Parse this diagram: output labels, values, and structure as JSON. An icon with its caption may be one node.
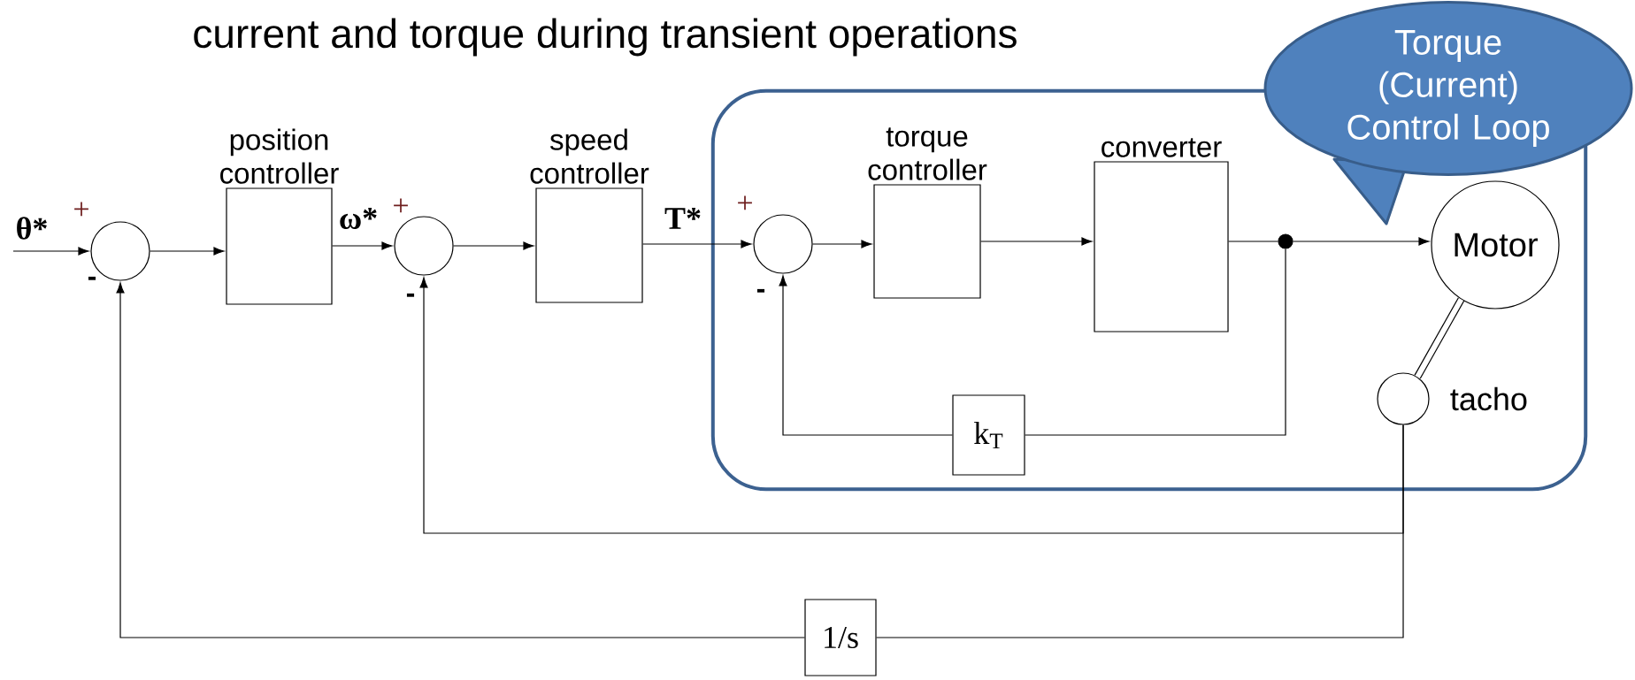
{
  "diagram": {
    "title": "current and torque during transient operations",
    "nodes": [
      {
        "text": [
          "θ*"
        ]
      },
      {
        "text": [],
        "shape": "circle"
      },
      {
        "text": [
          "position controller"
        ]
      },
      {
        "text": [],
        "shape": "circle"
      },
      {
        "text": [
          "speed controller"
        ]
      },
      {
        "text": [],
        "shape": "box"
      },
      {
        "text": [],
        "shape": "circle",
        "in": 5
      },
      {
        "text": [
          "torque controller"
        ],
        "in": 5
      },
      {
        "text": [
          "converter"
        ],
        "in": 5
      },
      {
        "text": [],
        "shape": "circle",
        "in": 5
      },
      {
        "text": [
          "k$_{T}$"
        ],
        "in": 5
      },
      {
        "text": [
          "Motor"
        ],
        "in": 5
      },
      {
        "text": [],
        "shape": "circle",
        "beside": [
          "tacho"
        ],
        "in": 5
      },
      {
        "text": [
          "Torque (Current) Control Loop"
        ]
      },
      {
        "text": [
          "1/s"
        ]
      }
    ],
    "edges": [
      {
        "from": 0,
        "to": 1,
        "arrow": "to"
      },
      {
        "from": 1,
        "to": 2,
        "arrow": "to"
      },
      {
        "from": 2,
        "to": 3,
        "arrow": "to",
        "label": "ω*"
      },
      {
        "from": 3,
        "to": 4,
        "arrow": "to"
      },
      {
        "from": 4,
        "to": 6,
        "arrow": "to",
        "label": "T*"
      },
      {
        "from": 6,
        "to": 7,
        "arrow": "to"
      },
      {
        "from": 7,
        "to": 8,
        "arrow": "to"
      },
      {
        "from": 8,
        "to": 9,
        "arrow": "none"
      },
      {
        "from": 9,
        "to": 11,
        "arrow": "to"
      },
      {
        "from": 9,
        "to": 10,
        "arrow": "none"
      },
      {
        "from": 10,
        "to": 6,
        "arrow": "to"
      },
      {
        "from": 11,
        "to": 12,
        "arrow": "none",
        "style": "thick"
      },
      {
        "from": 12,
        "to": 3,
        "arrow": "to"
      },
      {
        "from": 12,
        "to": 14,
        "arrow": "none"
      },
      {
        "from": 14,
        "to": 1,
        "arrow": "to"
      }
    ],
    "labels": [
      "+",
      "-",
      "+",
      "-",
      "+",
      "-"
    ]
  }
}
